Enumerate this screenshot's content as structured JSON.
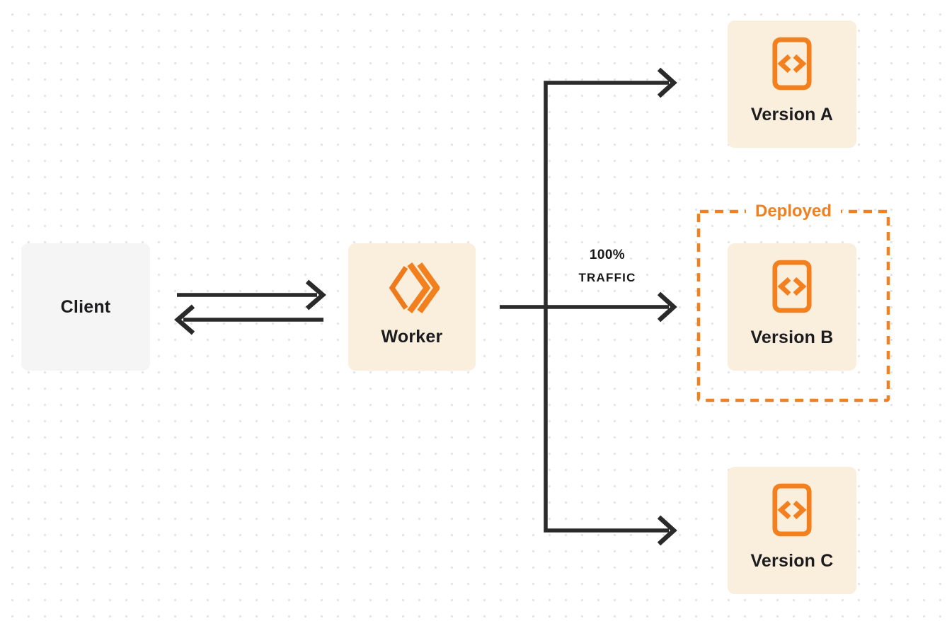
{
  "diagram": {
    "nodes": {
      "client": {
        "label": "Client"
      },
      "worker": {
        "label": "Worker",
        "icon": "cloudflare-workers-icon"
      },
      "version_a": {
        "label": "Version A",
        "icon": "code-file-icon"
      },
      "version_b": {
        "label": "Version B",
        "icon": "code-file-icon"
      },
      "version_c": {
        "label": "Version C",
        "icon": "code-file-icon"
      }
    },
    "annotations": {
      "deployed": {
        "label": "Deployed",
        "applies_to": "version_b"
      },
      "traffic": {
        "line1": "100%",
        "line2": "TRAFFIC",
        "applies_to_edge": "worker-to-version_b"
      }
    },
    "edges": [
      {
        "from": "client",
        "to": "worker",
        "style": "arrow-right"
      },
      {
        "from": "worker",
        "to": "client",
        "style": "arrow-left"
      },
      {
        "from": "worker",
        "to": "version_a",
        "style": "arrow"
      },
      {
        "from": "worker",
        "to": "version_b",
        "style": "arrow",
        "label": "100% TRAFFIC"
      },
      {
        "from": "worker",
        "to": "version_c",
        "style": "arrow"
      }
    ],
    "colors": {
      "accent_orange": "#F3801F",
      "deployed_text": "#F0801F",
      "panel_peach": "#FAEEDD",
      "panel_gray": "#F5F5F6",
      "arrow": "#2A2A2A",
      "label_text": "#1C1C1E",
      "background": "#FFFFFF",
      "background_dot": "#E3E3E3"
    }
  }
}
